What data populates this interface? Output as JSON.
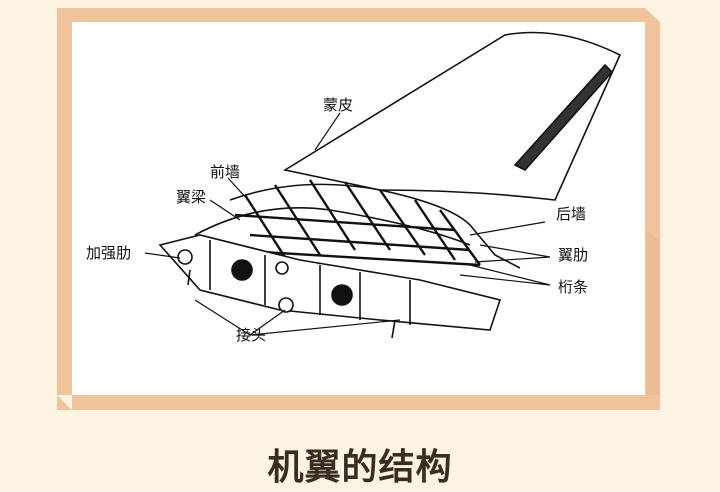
{
  "diagram": {
    "labels": {
      "skin": "蒙皮",
      "front_spar_wall": "前墙",
      "spar": "翼梁",
      "reinforcing_rib": "加强肋",
      "joint": "接头",
      "rear_wall": "后墙",
      "rib": "翼肋",
      "stringer": "桁条"
    }
  },
  "caption": "机翼的结构",
  "colors": {
    "background": "#fdf3e3",
    "frame": "#efc39c",
    "title": "#3b2c22"
  }
}
